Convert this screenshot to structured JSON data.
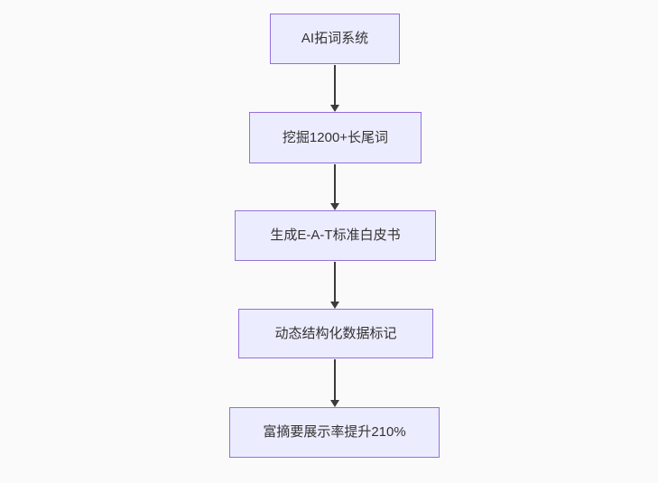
{
  "flowchart": {
    "type": "flowchart",
    "direction": "top-down",
    "nodes": [
      {
        "id": "n1",
        "label": "AI拓词系统"
      },
      {
        "id": "n2",
        "label": "挖掘1200+长尾词"
      },
      {
        "id": "n3",
        "label": "生成E-A-T标准白皮书"
      },
      {
        "id": "n4",
        "label": "动态结构化数据标记"
      },
      {
        "id": "n5",
        "label": "富摘要展示率提升210%"
      }
    ],
    "edges": [
      {
        "from": "n1",
        "to": "n2",
        "style": "arrow-down"
      },
      {
        "from": "n2",
        "to": "n3",
        "style": "arrow-down"
      },
      {
        "from": "n3",
        "to": "n4",
        "style": "arrow-down"
      },
      {
        "from": "n4",
        "to": "n5",
        "style": "arrow-down"
      }
    ],
    "colors": {
      "background": "#fafafa",
      "node_fill": "#ececff",
      "node_border": "#9370db",
      "text": "#333333",
      "arrow": "#3b3b3b"
    }
  }
}
